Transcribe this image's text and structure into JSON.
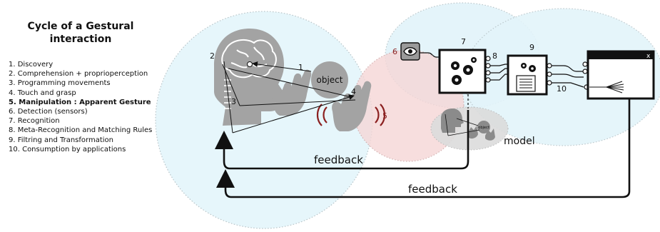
{
  "title_line1": "Cycle of a Gestural",
  "title_line2": "interaction",
  "steps": [
    {
      "text": "1. Discovery",
      "bold": false
    },
    {
      "text": "2. Comprehension + proprioperception",
      "bold": false
    },
    {
      "text": "3. Programming movements",
      "bold": false
    },
    {
      "text": "4. Touch and grasp",
      "bold": false
    },
    {
      "text": "5. Manipulation : Apparent Gesture",
      "bold": true
    },
    {
      "text": "6. Detection (sensors)",
      "bold": false
    },
    {
      "text": "7. Recognition",
      "bold": false
    },
    {
      "text": "8. Meta-Recognition and Matching Rules",
      "bold": false
    },
    {
      "text": "9. Filtring and Transformation",
      "bold": false
    },
    {
      "text": "10. Consumption by applications",
      "bold": false
    }
  ],
  "labels": {
    "n1": "1",
    "n2": "2",
    "n3": "3",
    "n4": "4",
    "n5": "5",
    "n6": "6",
    "n7": "7",
    "n8": "8",
    "n9": "9",
    "n10": "10",
    "object": "object",
    "object_small": "object",
    "model": "model",
    "feedback_inner": "feedback",
    "feedback_outer": "feedback",
    "window_close": "x"
  },
  "colors": {
    "blue_zone": "#e3f4fa",
    "red_zone": "#f9dede",
    "gray_figure": "#a3a3a3",
    "dark_red": "#8b2020"
  }
}
